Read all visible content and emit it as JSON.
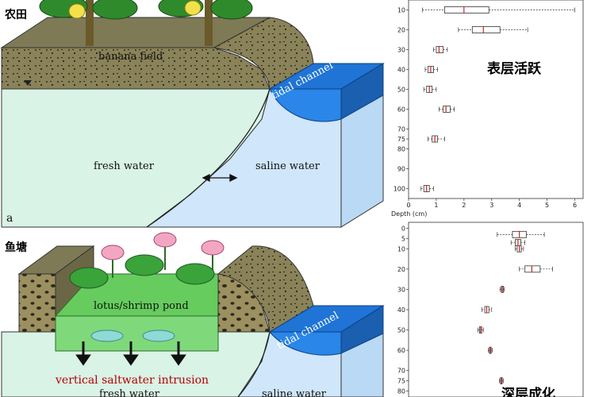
{
  "labels": {
    "farm_cn": "农田",
    "pond_cn": "鱼塘",
    "banana_field": "banana field",
    "tidal_channel_top": "tidal channel",
    "fresh_water_top": "fresh water",
    "saline_water_top": "saline water",
    "panel_a": "a",
    "lotus_pond": "lotus/shrimp pond",
    "tidal_channel_bottom": "tidal channel",
    "vertical_intrusion": "vertical saltwater intrusion",
    "fresh_water_bottom": "fresh water",
    "saline_water_bottom": "saline water",
    "surface_active": "表层活跃",
    "deep_label": "深层成化",
    "depth_axis_title": "Depth (cm)"
  },
  "colors": {
    "soil": "#8a8258",
    "fresh": "#d9f3e6",
    "saline": "#cfe6fb",
    "channel": "#1f74d6",
    "pond": "#7fd97a",
    "box_red": "#cc2222"
  },
  "chart_data": [
    {
      "type": "boxplot",
      "ylabel": "",
      "y_ticks": [
        "10",
        "20",
        "30",
        "40",
        "50",
        "60",
        "70",
        "75",
        "80",
        "90",
        "100"
      ],
      "x_ticks": [
        "0",
        "1",
        "2",
        "3",
        "4",
        "5",
        "6"
      ],
      "xlabel": "Depth (cm)",
      "xlim": [
        0,
        6.3
      ],
      "ylim": [
        5,
        105
      ],
      "boxes": [
        {
          "depth": 10,
          "whisker_lo": 0.5,
          "q1": 1.3,
          "median": 2.0,
          "q3": 2.9,
          "whisker_hi": 6.0
        },
        {
          "depth": 20,
          "whisker_lo": 1.8,
          "q1": 2.3,
          "median": 2.7,
          "q3": 3.3,
          "whisker_hi": 4.3
        },
        {
          "depth": 30,
          "whisker_lo": 0.9,
          "q1": 1.0,
          "median": 1.1,
          "q3": 1.25,
          "whisker_hi": 1.4
        },
        {
          "depth": 40,
          "whisker_lo": 0.6,
          "q1": 0.7,
          "median": 0.8,
          "q3": 0.9,
          "whisker_hi": 1.05
        },
        {
          "depth": 50,
          "whisker_lo": 0.55,
          "q1": 0.65,
          "median": 0.75,
          "q3": 0.85,
          "whisker_hi": 1.0
        },
        {
          "depth": 60,
          "whisker_lo": 1.1,
          "q1": 1.25,
          "median": 1.35,
          "q3": 1.5,
          "whisker_hi": 1.65
        },
        {
          "depth": 75,
          "whisker_lo": 0.7,
          "q1": 0.85,
          "median": 0.95,
          "q3": 1.05,
          "whisker_hi": 1.3
        },
        {
          "depth": 100,
          "whisker_lo": 0.45,
          "q1": 0.55,
          "median": 0.65,
          "q3": 0.75,
          "whisker_hi": 0.9
        }
      ]
    },
    {
      "type": "boxplot",
      "ylabel": "",
      "y_ticks": [
        "0",
        "5",
        "10",
        "20",
        "30",
        "40",
        "50",
        "60",
        "70",
        "75",
        "80"
      ],
      "xlim": [
        0,
        6.3
      ],
      "ylim": [
        -3,
        83
      ],
      "boxes": [
        {
          "depth": 3,
          "whisker_lo": 3.2,
          "q1": 3.75,
          "median": 4.0,
          "q3": 4.25,
          "whisker_hi": 4.9
        },
        {
          "depth": 7,
          "whisker_lo": 3.7,
          "q1": 3.85,
          "median": 3.95,
          "q3": 4.05,
          "whisker_hi": 4.2
        },
        {
          "depth": 10,
          "whisker_lo": 3.85,
          "q1": 3.92,
          "median": 4.0,
          "q3": 4.07,
          "whisker_hi": 4.15
        },
        {
          "depth": 20,
          "whisker_lo": 4.0,
          "q1": 4.2,
          "median": 4.45,
          "q3": 4.75,
          "whisker_hi": 5.2
        },
        {
          "depth": 30,
          "whisker_lo": 3.3,
          "q1": 3.35,
          "median": 3.38,
          "q3": 3.42,
          "whisker_hi": 3.46
        },
        {
          "depth": 40,
          "whisker_lo": 2.65,
          "q1": 2.75,
          "median": 2.82,
          "q3": 2.9,
          "whisker_hi": 3.0
        },
        {
          "depth": 50,
          "whisker_lo": 2.5,
          "q1": 2.56,
          "median": 2.6,
          "q3": 2.64,
          "whisker_hi": 2.7
        },
        {
          "depth": 60,
          "whisker_lo": 2.88,
          "q1": 2.92,
          "median": 2.95,
          "q3": 2.98,
          "whisker_hi": 3.02
        },
        {
          "depth": 75,
          "whisker_lo": 3.28,
          "q1": 3.32,
          "median": 3.35,
          "q3": 3.38,
          "whisker_hi": 3.42
        }
      ]
    }
  ]
}
